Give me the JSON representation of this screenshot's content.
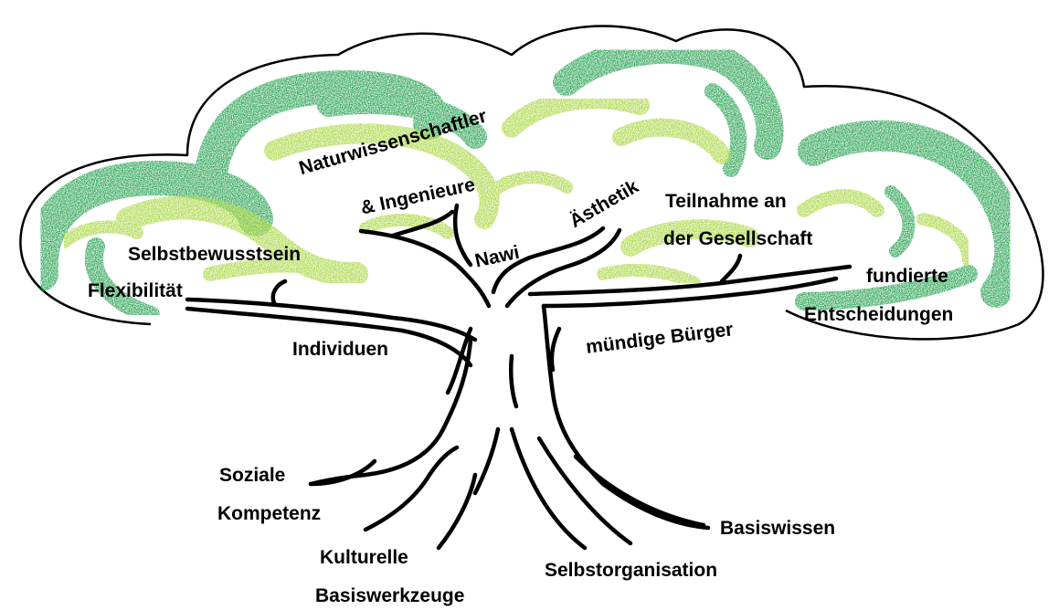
{
  "colors": {
    "dark_green": "#1e9e4a",
    "light_green": "#a6d63a",
    "outline": "#000000",
    "background": "#ffffff"
  },
  "canopy": {
    "l1": "Naturwissenschaftler",
    "l2": "& Ingenieure",
    "l3": "Ästhetik",
    "l4": "Nawi",
    "l5": "Teilnahme an",
    "l6": "der Gesellschaft",
    "l7": "Selbstbewusstsein",
    "l8": "Flexibilität",
    "l9": "fundierte",
    "l10": "Entscheidungen"
  },
  "trunk": {
    "l1": "Individuen",
    "l2": "mündige Bürger"
  },
  "roots": {
    "l1": "Soziale",
    "l2": "Kompetenz",
    "l3": "Kulturelle",
    "l4": "Basiswerkzeuge",
    "l5": "Selbstorganisation",
    "l6": "Basiswissen"
  }
}
